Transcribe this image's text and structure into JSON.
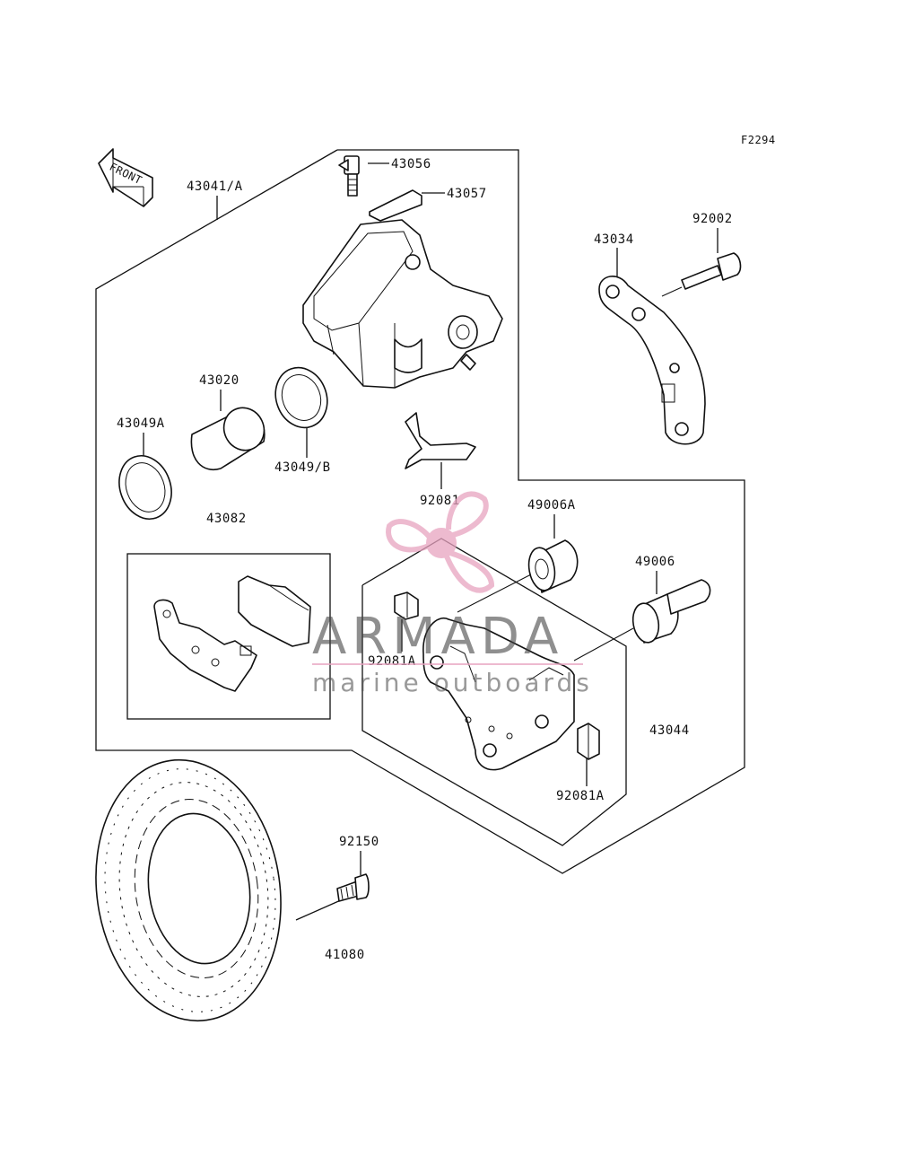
{
  "figure_code": "F2294",
  "front_label": "FRONT",
  "parts": {
    "p43041A": "43041/A",
    "p43056": "43056",
    "p43057": "43057",
    "p43034": "43034",
    "p92002": "92002",
    "p43020": "43020",
    "p43049A": "43049A",
    "p43049B": "43049/B",
    "p43082": "43082",
    "p92081": "92081",
    "p49006A": "49006A",
    "p49006": "49006",
    "p92081A_1": "92081A",
    "p43044": "43044",
    "p92081A_2": "92081A",
    "p92150": "92150",
    "p41080": "41080"
  },
  "watermark": {
    "brand": "ARMADA",
    "tagline": "marine outboards",
    "logo_color": "#e8a3c0"
  }
}
